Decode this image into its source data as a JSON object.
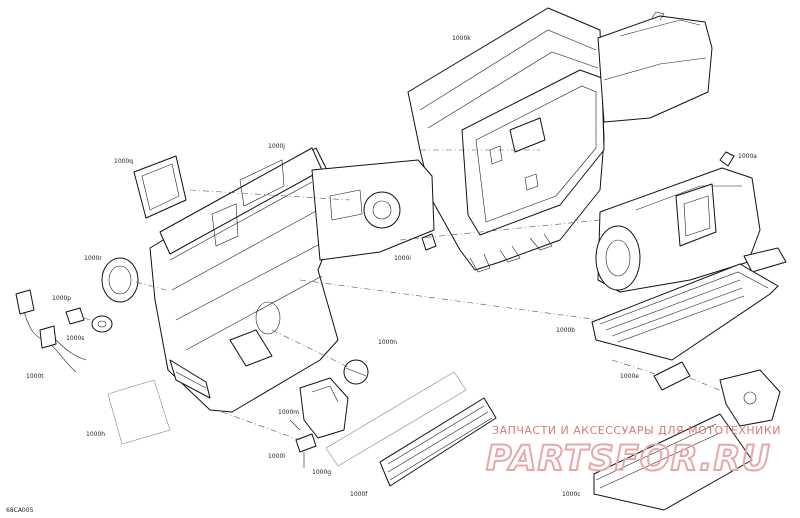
{
  "diagram_code": "68CA005",
  "watermark": {
    "caption": "ЗАПЧАСТИ И АКСЕССУАРЫ ДЛЯ МОТОТЕХНИКИ",
    "logo_text": "PARTSFOR.RU"
  },
  "callouts": {
    "c1000k": "1000k",
    "c1000j": "1000j",
    "c1000a": "1000a",
    "c1000q": "1000q",
    "c1000r": "1000r",
    "c1000i": "1000i",
    "c1000p": "1000p",
    "c1000s": "1000s",
    "c1000t": "1000t",
    "c1000n": "1000n",
    "c1000b": "1000b",
    "c1000e": "1000e",
    "c1000h": "1000h",
    "c1000m": "1000m",
    "c1000l": "1000l",
    "c1000g": "1000g",
    "c1000f": "1000f",
    "c1000c": "1000c"
  }
}
